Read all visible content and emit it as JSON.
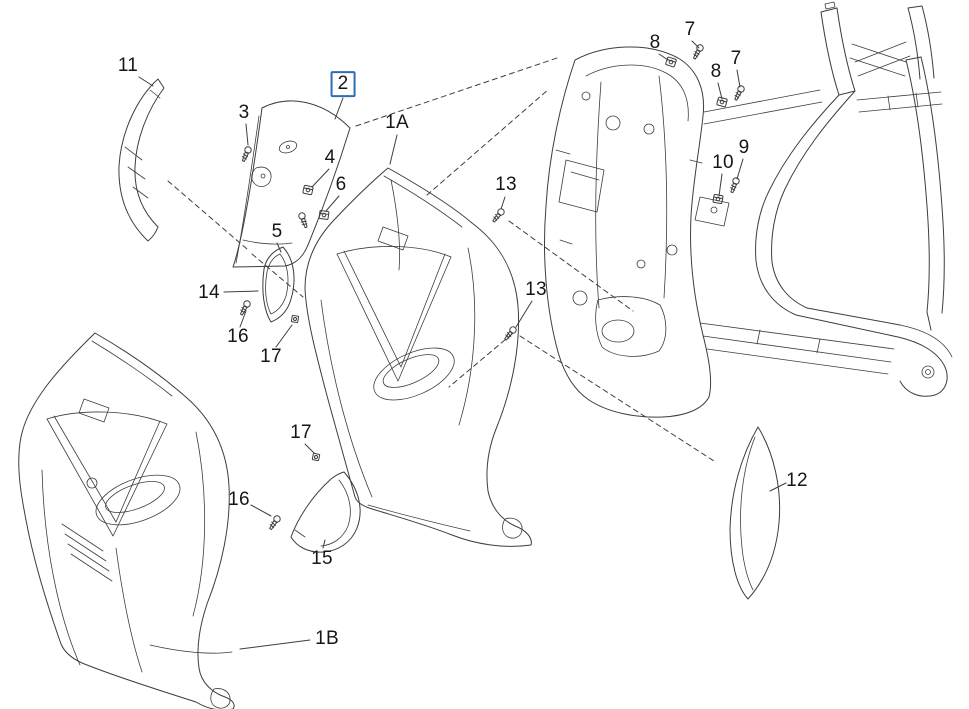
{
  "diagram": {
    "kind": "exploded-parts-diagram",
    "colors": {
      "line": "#3d3d3d",
      "highlight": "#2e6db6",
      "background": "#ffffff",
      "label_text": "#161616"
    },
    "highlighted_part": "2",
    "labels": [
      {
        "id": "11",
        "text": "11"
      },
      {
        "id": "2",
        "text": "2",
        "highlighted": true
      },
      {
        "id": "3",
        "text": "3"
      },
      {
        "id": "1A",
        "text": "1A"
      },
      {
        "id": "4",
        "text": "4"
      },
      {
        "id": "6",
        "text": "6"
      },
      {
        "id": "13-upper",
        "text": "13"
      },
      {
        "id": "5",
        "text": "5"
      },
      {
        "id": "14",
        "text": "14"
      },
      {
        "id": "16-upper",
        "text": "16"
      },
      {
        "id": "17-upper",
        "text": "17"
      },
      {
        "id": "13-lower",
        "text": "13"
      },
      {
        "id": "8-left",
        "text": "8"
      },
      {
        "id": "7-left",
        "text": "7"
      },
      {
        "id": "8-right",
        "text": "8"
      },
      {
        "id": "7-right",
        "text": "7"
      },
      {
        "id": "9",
        "text": "9"
      },
      {
        "id": "10",
        "text": "10"
      },
      {
        "id": "12",
        "text": "12"
      },
      {
        "id": "17-lower",
        "text": "17"
      },
      {
        "id": "16-lower",
        "text": "16"
      },
      {
        "id": "15",
        "text": "15"
      },
      {
        "id": "1B",
        "text": "1B"
      }
    ]
  }
}
